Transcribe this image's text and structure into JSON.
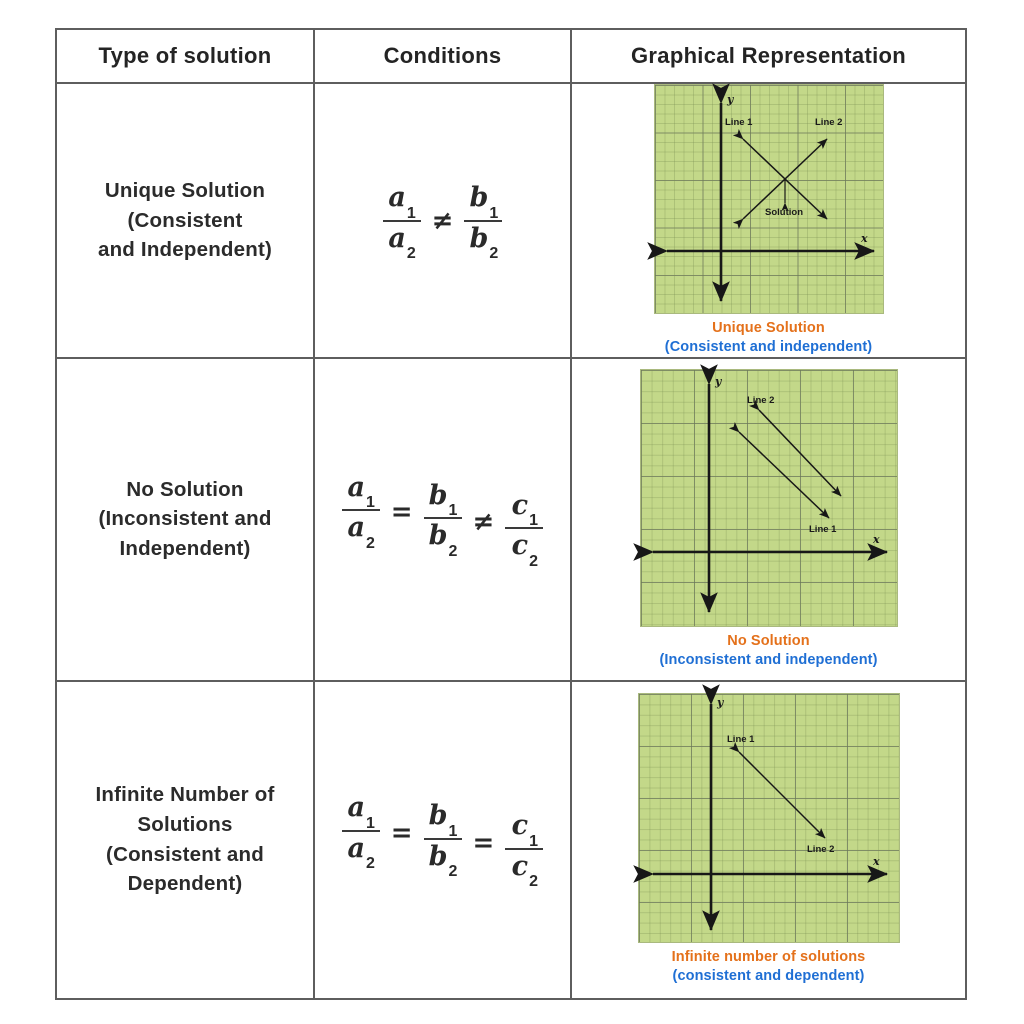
{
  "table": {
    "headers": [
      "Type of solution",
      "Conditions",
      "Graphical Representation"
    ],
    "rows": [
      {
        "type_lines": [
          "Unique Solution",
          "(Consistent",
          "and Independent)"
        ],
        "condition": {
          "kind": "two-fractions",
          "parts": [
            {
              "num": "a",
              "num_sub": "1",
              "den": "a",
              "den_sub": "2"
            },
            {
              "op": "≠"
            },
            {
              "num": "b",
              "num_sub": "1",
              "den": "b",
              "den_sub": "2"
            }
          ],
          "text": "a1/a2 ≠ b1/b2"
        },
        "graph": {
          "line_labels": [
            "Line 1",
            "Line 2"
          ],
          "point_label": "Solution",
          "x_axis_label": "x",
          "y_axis_label": "y",
          "caption_main": "Unique Solution",
          "caption_sub": "(Consistent and independent)",
          "grid_color": "#c3d889",
          "caption_main_color": "#e4711b",
          "caption_sub_color": "#1f6fd4"
        }
      },
      {
        "type_lines": [
          "No Solution",
          "(Inconsistent and",
          "Independent)"
        ],
        "condition": {
          "kind": "three-fractions",
          "parts": [
            {
              "num": "a",
              "num_sub": "1",
              "den": "a",
              "den_sub": "2"
            },
            {
              "op": "="
            },
            {
              "num": "b",
              "num_sub": "1",
              "den": "b",
              "den_sub": "2"
            },
            {
              "op": "≠"
            },
            {
              "num": "c",
              "num_sub": "1",
              "den": "c",
              "den_sub": "2"
            }
          ],
          "text": "a1/a2 = b1/b2 ≠ c1/c2"
        },
        "graph": {
          "line_labels": [
            "Line 1",
            "Line 2"
          ],
          "point_label": "",
          "x_axis_label": "x",
          "y_axis_label": "y",
          "caption_main": "No Solution",
          "caption_sub": "(Inconsistent and independent)",
          "grid_color": "#c3d889",
          "caption_main_color": "#e4711b",
          "caption_sub_color": "#1f6fd4"
        }
      },
      {
        "type_lines": [
          "Infinite Number of",
          "Solutions",
          "(Consistent and",
          "Dependent)"
        ],
        "condition": {
          "kind": "three-fractions",
          "parts": [
            {
              "num": "a",
              "num_sub": "1",
              "den": "a",
              "den_sub": "2"
            },
            {
              "op": "="
            },
            {
              "num": "b",
              "num_sub": "1",
              "den": "b",
              "den_sub": "2"
            },
            {
              "op": "="
            },
            {
              "num": "c",
              "num_sub": "1",
              "den": "c",
              "den_sub": "2"
            }
          ],
          "text": "a1/a2 = b1/b2 = c1/c2"
        },
        "graph": {
          "line_labels": [
            "Line 1",
            "Line 2"
          ],
          "point_label": "",
          "x_axis_label": "x",
          "y_axis_label": "y",
          "caption_main": "Infinite number of solutions",
          "caption_sub": "(consistent and dependent)",
          "grid_color": "#c3d889",
          "caption_main_color": "#e4711b",
          "caption_sub_color": "#1f6fd4"
        }
      }
    ]
  }
}
